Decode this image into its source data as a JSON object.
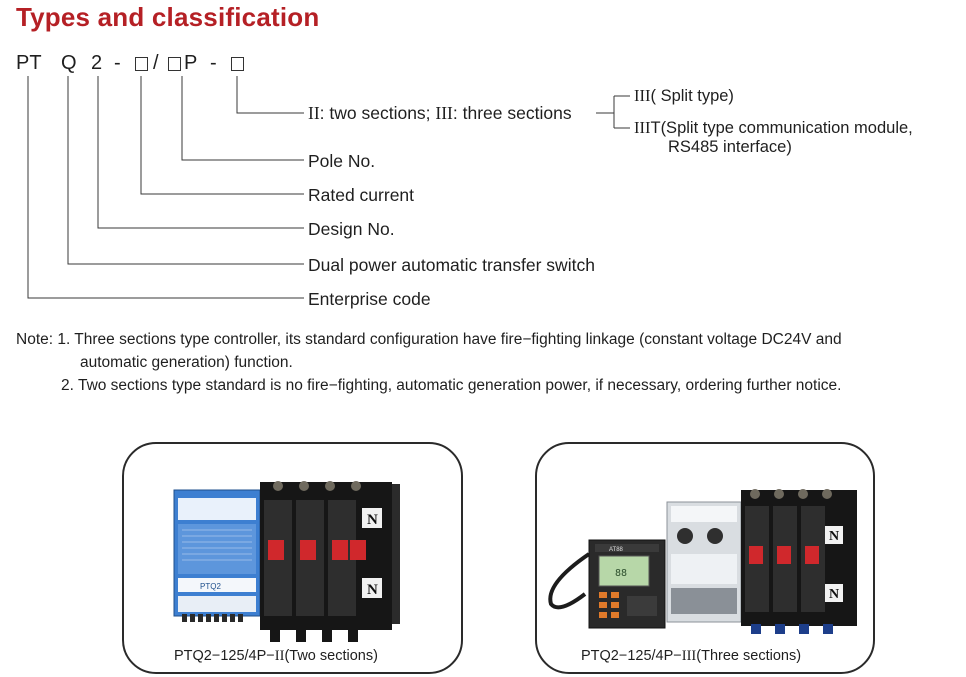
{
  "title": "Types and classification",
  "code": {
    "pt": "PT",
    "q": "Q",
    "two": "2",
    "dash1": "-",
    "slash": "/",
    "p": "P",
    "dash2": "-"
  },
  "labels": {
    "sections_roman_ii": "II",
    "sections_text_a": ": two sections; ",
    "sections_roman_iii": "III",
    "sections_text_b": ": three sections",
    "pole": "Pole No.",
    "rated": "Rated current",
    "design": "Design No.",
    "dual": "Dual power automatic transfer switch",
    "enterprise": "Enterprise code"
  },
  "split": {
    "roman_a": "III",
    "text_a": "( Split type)",
    "roman_b": "III",
    "text_b1": "T(Split type communication module,",
    "text_b2": "RS485 interface)"
  },
  "notes": {
    "line1": "Note: 1. Three sections type controller, its standard configuration have fire−fighting linkage (constant voltage DC24V and",
    "line2": "automatic generation) function.",
    "line3": "2. Two sections type standard is no fire−fighting, automatic generation power, if necessary, ordering further notice."
  },
  "products": [
    {
      "caption_a": "PTQ2−125/4P−",
      "caption_roman": "II",
      "caption_b": "(Two sections)",
      "marker": "N",
      "brand_text": "PTQ2"
    },
    {
      "caption_a": "PTQ2−125/4P−",
      "caption_roman": "III",
      "caption_b": "(Three sections)",
      "marker": "N",
      "display_text": "AT88",
      "lcd_text": "88"
    }
  ],
  "colors": {
    "title": "#b52025",
    "line": "#3a3a3a",
    "frame": "#2a2a2a",
    "panel_blue": "#3d7fd1",
    "switch_black": "#161616",
    "contact_red": "#d0282c",
    "lcd_green": "#b7d7a8"
  }
}
